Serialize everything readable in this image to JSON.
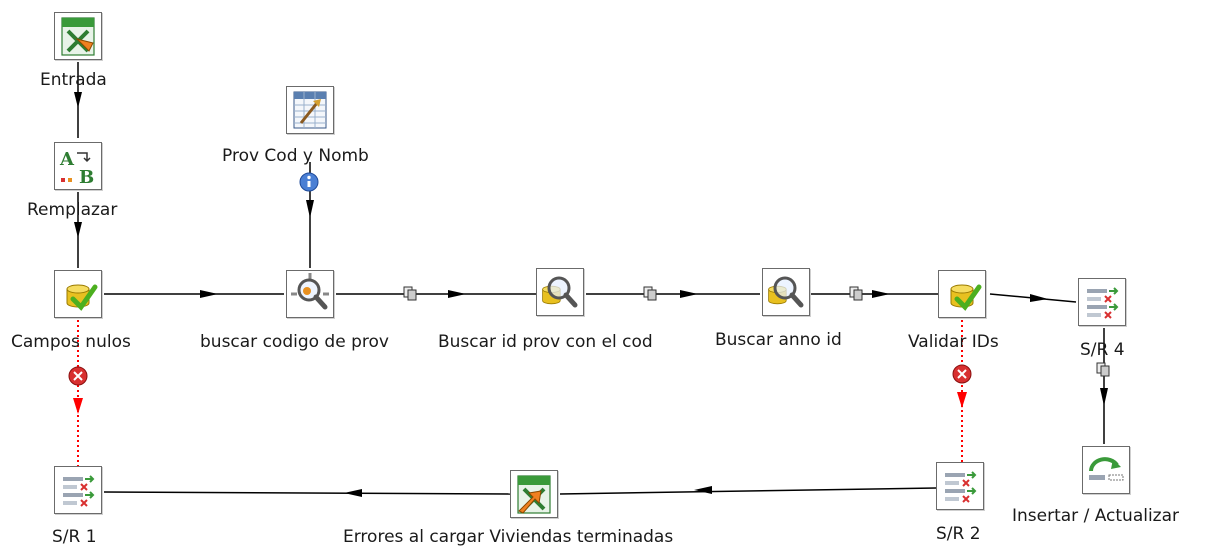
{
  "nodes": {
    "entrada": {
      "label": "Entrada",
      "icon": "excel-input-icon"
    },
    "remplazar": {
      "label": "Remplazar",
      "icon": "replace-string-icon"
    },
    "prov": {
      "label": "Prov Cod y Nomb",
      "icon": "data-grid-icon"
    },
    "campos": {
      "label": "Campos nulos",
      "icon": "filter-rows-icon"
    },
    "buscar_codigo": {
      "label": "buscar codigo de prov",
      "icon": "stream-lookup-icon"
    },
    "buscar_id": {
      "label": "Buscar id prov con el cod",
      "icon": "database-lookup-icon"
    },
    "buscar_anno": {
      "label": "Buscar anno id",
      "icon": "database-lookup-icon"
    },
    "validar": {
      "label": "Validar IDs",
      "icon": "filter-rows-icon"
    },
    "sr4": {
      "label": "S/R 4",
      "icon": "select-values-icon"
    },
    "insertar": {
      "label": "Insertar / Actualizar",
      "icon": "insert-update-icon"
    },
    "sr1": {
      "label": "S/R 1",
      "icon": "select-values-icon"
    },
    "errores": {
      "label": "Errores al cargar Viviendas terminadas",
      "icon": "excel-output-icon"
    },
    "sr2": {
      "label": "S/R 2",
      "icon": "select-values-icon"
    }
  },
  "colors": {
    "hop": "#000000",
    "error_hop": "#ff0000",
    "node_border": "#6b6b6b",
    "excel_green": "#3a9a3a",
    "db_yellow": "#e8c020",
    "check_green": "#4caf1f",
    "error_red": "#d83030"
  }
}
